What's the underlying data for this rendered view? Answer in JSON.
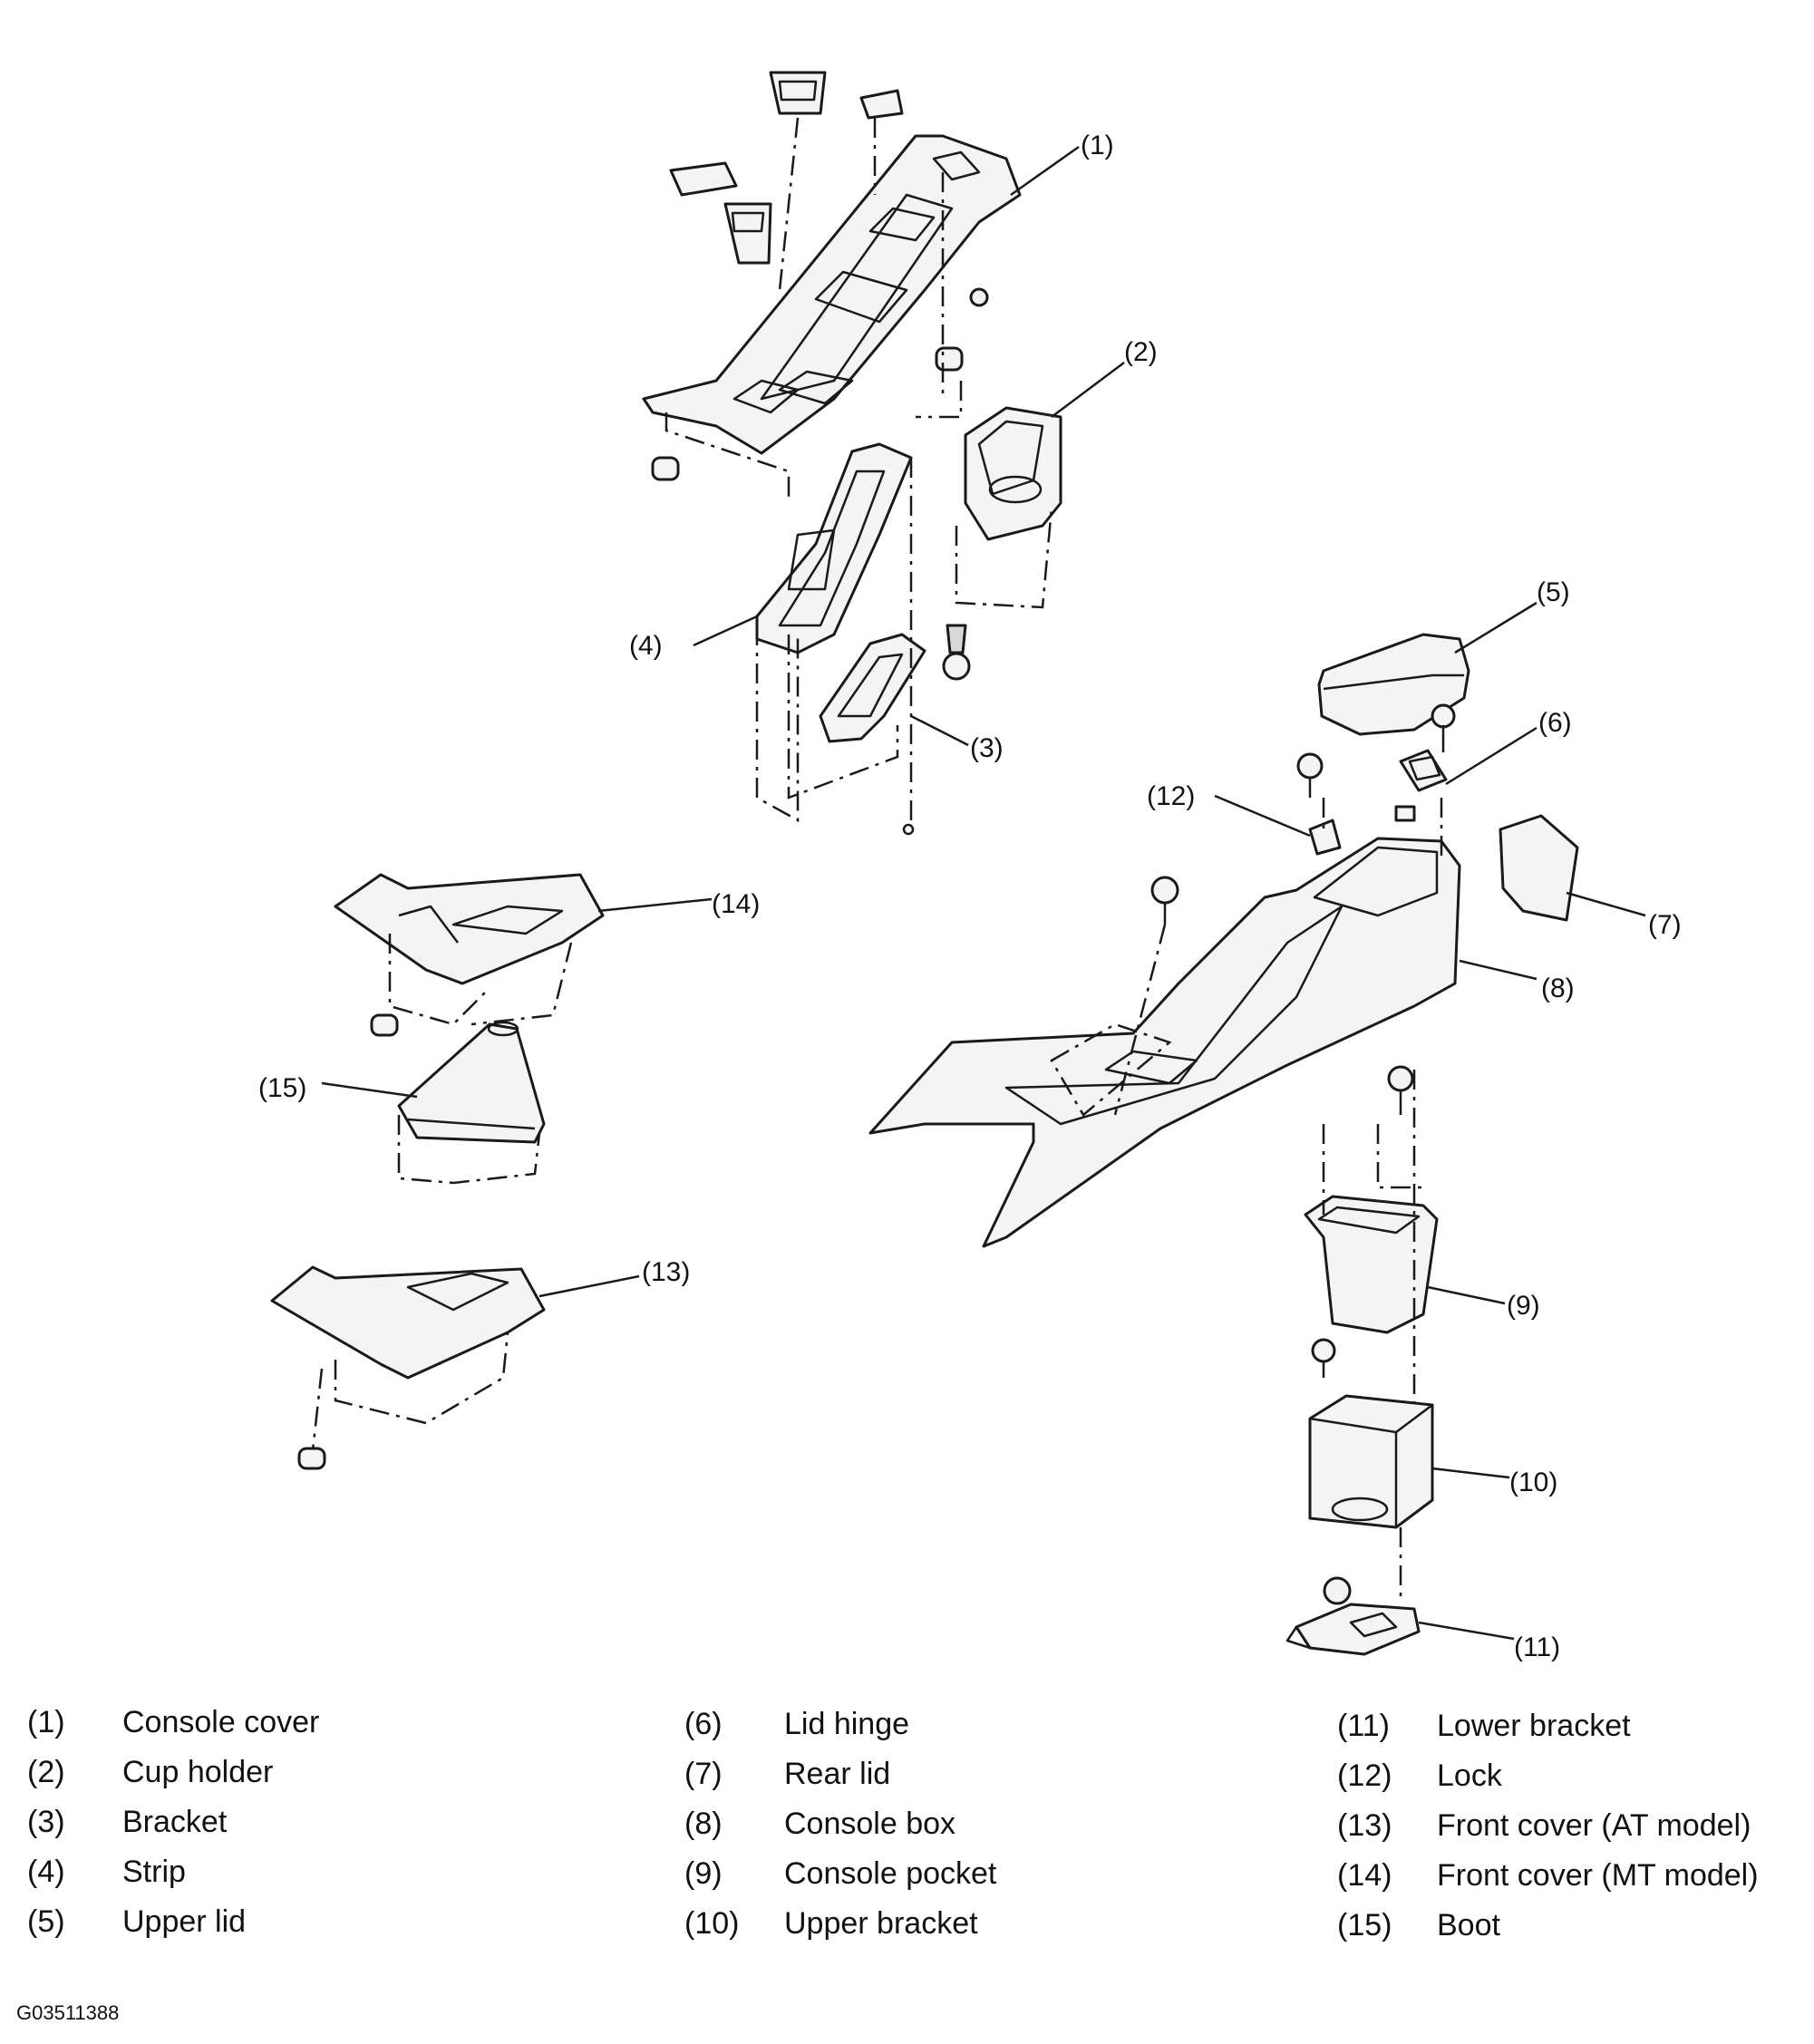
{
  "callouts": [
    {
      "id": "1",
      "text": "(1)"
    },
    {
      "id": "2",
      "text": "(2)"
    },
    {
      "id": "3",
      "text": "(3)"
    },
    {
      "id": "4",
      "text": "(4)"
    },
    {
      "id": "5",
      "text": "(5)"
    },
    {
      "id": "6",
      "text": "(6)"
    },
    {
      "id": "7",
      "text": "(7)"
    },
    {
      "id": "8",
      "text": "(8)"
    },
    {
      "id": "9",
      "text": "(9)"
    },
    {
      "id": "10",
      "text": "(10)"
    },
    {
      "id": "11",
      "text": "(11)"
    },
    {
      "id": "12",
      "text": "(12)"
    },
    {
      "id": "13",
      "text": "(13)"
    },
    {
      "id": "14",
      "text": "(14)"
    },
    {
      "id": "15",
      "text": "(15)"
    }
  ],
  "legend": {
    "columns": [
      [
        {
          "num": "(1)",
          "name": "Console cover"
        },
        {
          "num": "(2)",
          "name": "Cup holder"
        },
        {
          "num": "(3)",
          "name": "Bracket"
        },
        {
          "num": "(4)",
          "name": "Strip"
        },
        {
          "num": "(5)",
          "name": "Upper lid"
        }
      ],
      [
        {
          "num": "(6)",
          "name": "Lid hinge"
        },
        {
          "num": "(7)",
          "name": "Rear lid"
        },
        {
          "num": "(8)",
          "name": "Console box"
        },
        {
          "num": "(9)",
          "name": "Console pocket"
        },
        {
          "num": "(10)",
          "name": "Upper bracket"
        }
      ],
      [
        {
          "num": "(11)",
          "name": "Lower bracket"
        },
        {
          "num": "(12)",
          "name": "Lock"
        },
        {
          "num": "(13)",
          "name": "Front cover (AT model)"
        },
        {
          "num": "(14)",
          "name": "Front cover (MT model)"
        },
        {
          "num": "(15)",
          "name": "Boot"
        }
      ]
    ]
  },
  "figure_code": "G03511388"
}
